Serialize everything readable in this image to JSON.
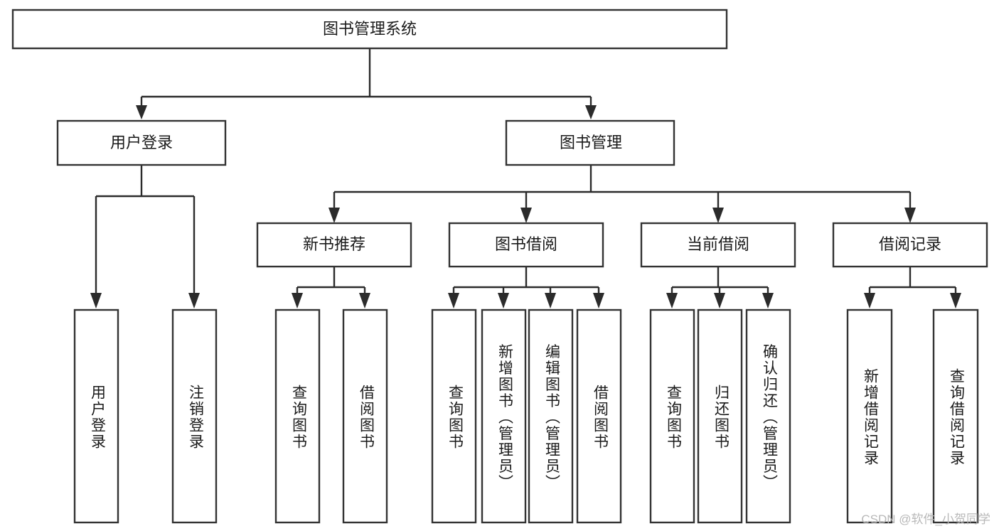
{
  "diagram": {
    "type": "tree-hierarchy",
    "title": "图书管理系统",
    "orientation": "top-down",
    "edge_style": "orthogonal-with-arrowheads",
    "colors": {
      "box_fill": "#ffffff",
      "box_stroke": "#333333",
      "connector": "#2b2b2b",
      "text": "#1a1a1a",
      "background": "#ffffff",
      "watermark": "#b8b8b8"
    },
    "levels": {
      "root": {
        "label": "图书管理系统"
      },
      "level2": [
        {
          "label": "用户登录"
        },
        {
          "label": "图书管理"
        }
      ],
      "level3": [
        {
          "label": "新书推荐"
        },
        {
          "label": "图书借阅"
        },
        {
          "label": "当前借阅"
        },
        {
          "label": "借阅记录"
        }
      ],
      "leaves": [
        {
          "label": "用户登录",
          "parent": "用户登录"
        },
        {
          "label": "注销登录",
          "parent": "用户登录"
        },
        {
          "label": "查询图书",
          "parent": "新书推荐"
        },
        {
          "label": "借阅图书",
          "parent": "新书推荐"
        },
        {
          "label": "查询图书",
          "parent": "图书借阅"
        },
        {
          "label": "新增图书（管理员）",
          "parent": "图书借阅"
        },
        {
          "label": "编辑图书（管理员）",
          "parent": "图书借阅"
        },
        {
          "label": "借阅图书",
          "parent": "图书借阅"
        },
        {
          "label": "查询图书",
          "parent": "当前借阅"
        },
        {
          "label": "归还图书",
          "parent": "当前借阅"
        },
        {
          "label": "确认归还（管理员）",
          "parent": "当前借阅"
        },
        {
          "label": "新增借阅记录",
          "parent": "借阅记录"
        },
        {
          "label": "查询借阅记录",
          "parent": "借阅记录"
        }
      ]
    }
  },
  "watermark": {
    "text": "CSDN @软件_小贺同学"
  }
}
